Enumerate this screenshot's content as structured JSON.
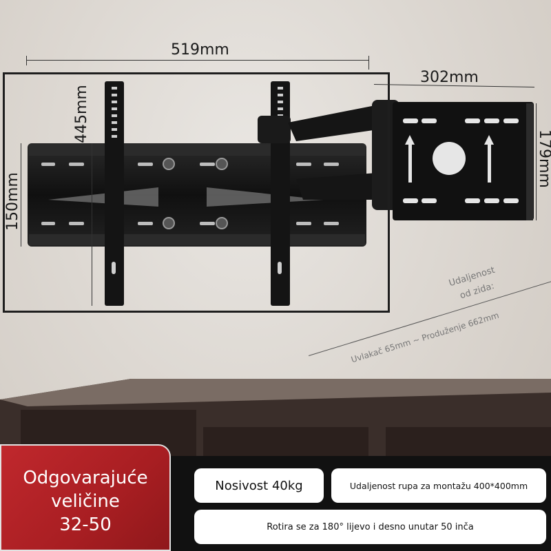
{
  "dimensions": {
    "width_top": "519mm",
    "width_arm": "302mm",
    "height_main": "445mm",
    "height_short": "150mm",
    "height_plate": "179mm"
  },
  "wall_distance": {
    "title_line1": "Udaljenost",
    "title_line2": "od zida:",
    "range": "Uvlakač 65mm ~ Produženje 662mm"
  },
  "badge": {
    "line1": "Odgovarajuće",
    "line2": "veličine",
    "line3": "32-50"
  },
  "features": {
    "load": "Nosivost 40kg",
    "vesa": "Udaljenost rupa za montažu 400*400mm",
    "rotation": "Rotira se za 180° lijevo i desno unutar 50 inča"
  },
  "colors": {
    "badge_red": "#b22226",
    "bracket_black": "#141414",
    "wall": "#e4e0db"
  }
}
